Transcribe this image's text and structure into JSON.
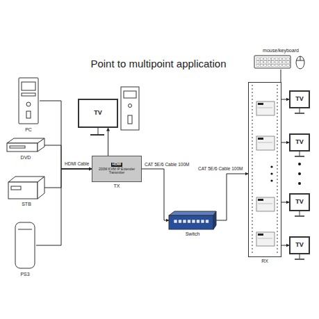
{
  "diagram": {
    "title": "Point to multipoint application",
    "nodes": [
      {
        "text": [
          "PC"
        ]
      },
      {
        "text": [
          "DVD"
        ]
      },
      {
        "text": [
          "STB"
        ]
      },
      {
        "text": [
          "PS3"
        ]
      },
      {
        "text": [
          "TV"
        ]
      },
      {
        "text": [
          "HDMI",
          "200M KVM IP Extender",
          "Transmitter",
          "TX"
        ]
      },
      {
        "text": [
          "Switch"
        ]
      },
      {
        "text": [
          "mouse/keyboard"
        ]
      },
      {
        "text": [
          "RX"
        ]
      },
      {
        "text": [
          "TV"
        ]
      },
      {
        "text": [
          "TV"
        ]
      },
      {
        "text": [
          "TV"
        ]
      },
      {
        "text": [
          "TV"
        ]
      }
    ],
    "edges": [
      {
        "from": 0,
        "to": 5,
        "arrow": "to",
        "label": "HDMI Cable"
      },
      {
        "from": 1,
        "to": 5,
        "arrow": "to"
      },
      {
        "from": 2,
        "to": 5,
        "arrow": "to"
      },
      {
        "from": 3,
        "to": 5,
        "arrow": "to"
      },
      {
        "from": 5,
        "to": 4,
        "arrow": "to"
      },
      {
        "from": 5,
        "to": 6,
        "arrow": "to",
        "label": "CAT 5E/6 Cable 100M"
      },
      {
        "from": 6,
        "to": 8,
        "arrow": "to",
        "label": "CAT 5E/6 Cable 100M"
      },
      {
        "from": 7,
        "to": 8,
        "arrow": "none"
      },
      {
        "from": 8,
        "to": 9,
        "arrow": "to"
      },
      {
        "from": 8,
        "to": 10,
        "arrow": "to"
      },
      {
        "from": 8,
        "to": 11,
        "arrow": "to"
      },
      {
        "from": 8,
        "to": 12,
        "arrow": "to"
      }
    ]
  }
}
